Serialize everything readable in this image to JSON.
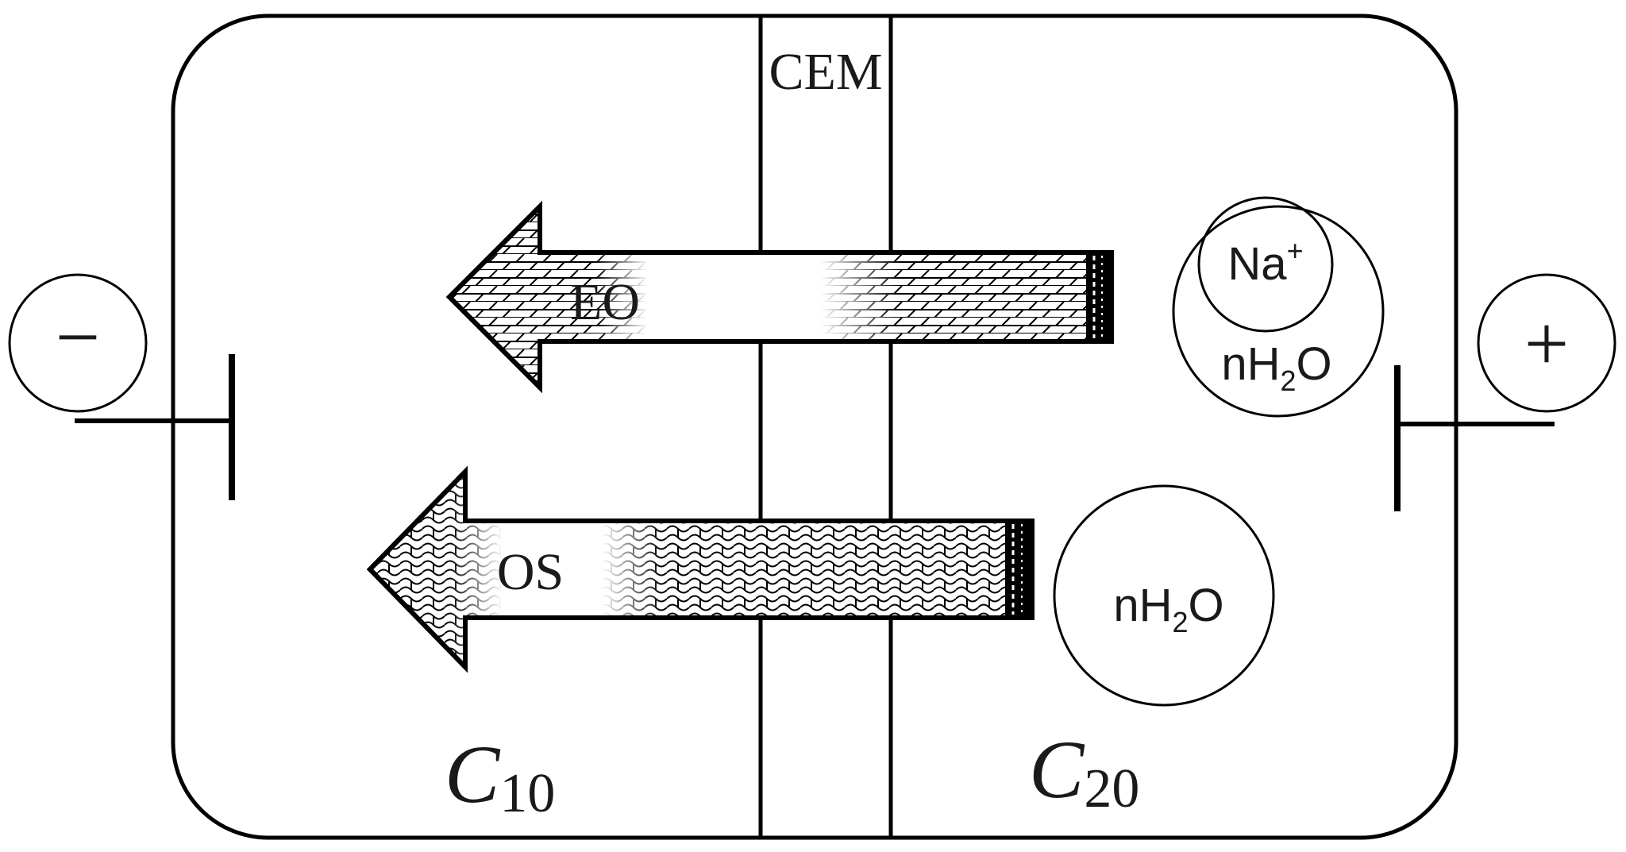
{
  "membrane": {
    "label": "CEM"
  },
  "arrows": {
    "eo": {
      "label": "EO"
    },
    "os": {
      "label": "OS"
    }
  },
  "species": {
    "ion": {
      "base": "Na",
      "sup": "+"
    },
    "hydration_water": {
      "pre": "nH",
      "sub": "2",
      "post": "O"
    },
    "osmotic_water": {
      "pre": "nH",
      "sub": "2",
      "post": "O"
    }
  },
  "concentrations": {
    "left": {
      "symbol": "C",
      "sub": "10"
    },
    "right": {
      "symbol": "C",
      "sub": "20"
    }
  },
  "electrodes": {
    "negative": {
      "sign": "−"
    },
    "positive": {
      "sign": "+"
    }
  },
  "colors": {
    "stroke": "#000000",
    "text": "#1a1a1a",
    "background": "#ffffff"
  }
}
